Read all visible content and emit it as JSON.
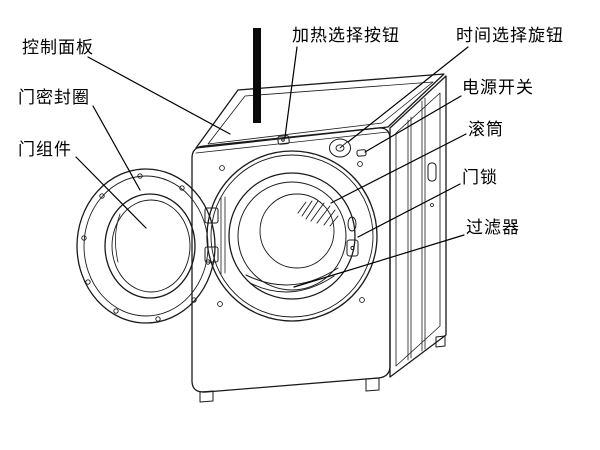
{
  "background": "#ffffff",
  "colors": {
    "line": "#1a1a1a",
    "text": "#000000",
    "vent_bar": "#0a0a0a"
  },
  "labels": {
    "control_panel": "控制面板",
    "door_seal_ring": "门密封圈",
    "door_assembly": "门组件",
    "heating_select_button": "加热选择按钮",
    "time_select_knob": "时间选择旋钮",
    "power_switch": "电源开关",
    "drum": "滚筒",
    "door_lock": "门锁",
    "filter": "过滤器"
  }
}
